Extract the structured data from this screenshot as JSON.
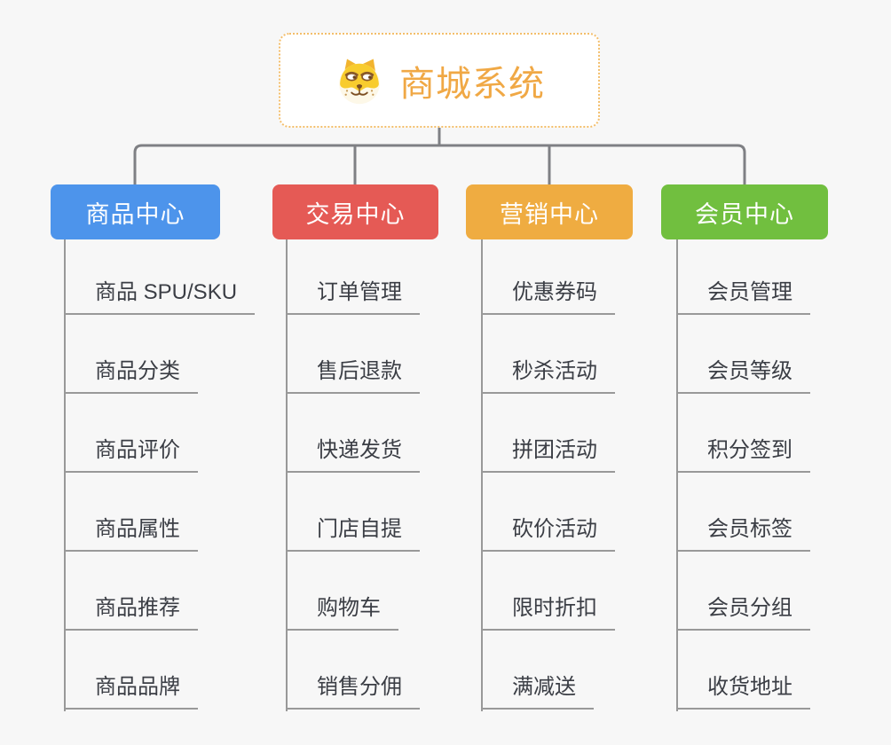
{
  "root": {
    "title": "商城系统",
    "icon": "doge-face-icon",
    "accent_color": "#f0a845",
    "border_color": "#f3be6b"
  },
  "lines": {
    "connector_color": "#7f8084",
    "trunk_color": "#999999"
  },
  "branches": [
    {
      "label": "商品中心",
      "color": "#4d94eb",
      "children": [
        "商品 SPU/SKU",
        "商品分类",
        "商品评价",
        "商品属性",
        "商品推荐",
        "商品品牌"
      ]
    },
    {
      "label": "交易中心",
      "color": "#e55a55",
      "children": [
        "订单管理",
        "售后退款",
        "快递发货",
        "门店自提",
        "购物车",
        "销售分佣"
      ]
    },
    {
      "label": "营销中心",
      "color": "#efac41",
      "children": [
        "优惠券码",
        "秒杀活动",
        "拼团活动",
        "砍价活动",
        "限时折扣",
        "满减送"
      ]
    },
    {
      "label": "会员中心",
      "color": "#71bf3f",
      "children": [
        "会员管理",
        "会员等级",
        "积分签到",
        "会员标签",
        "会员分组",
        "收货地址"
      ]
    }
  ]
}
